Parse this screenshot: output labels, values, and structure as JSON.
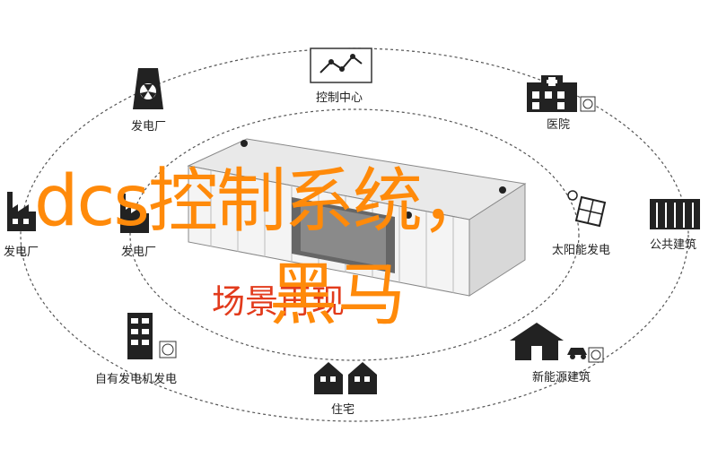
{
  "overlay": {
    "title": "dcs控制系统，",
    "subtitle_red": "场景再现",
    "subtitle_orange": "黑马"
  },
  "nodes": {
    "control_center": "控制中心",
    "hospital": "医院",
    "power_plant_top": "发电厂",
    "power_plant_left": "发电厂",
    "power_plant_inner": "发电厂",
    "solar": "太阳能发电",
    "public_building": "公共建筑",
    "self_generator": "自有发电机发电",
    "residence": "住宅",
    "new_energy_building": "新能源建筑"
  },
  "colors": {
    "overlay_orange": "#ff8a0a",
    "overlay_red": "#e23b1c",
    "icon_dark": "#222222",
    "dashed_line": "#555555",
    "container_body": "#f2f2f2"
  }
}
